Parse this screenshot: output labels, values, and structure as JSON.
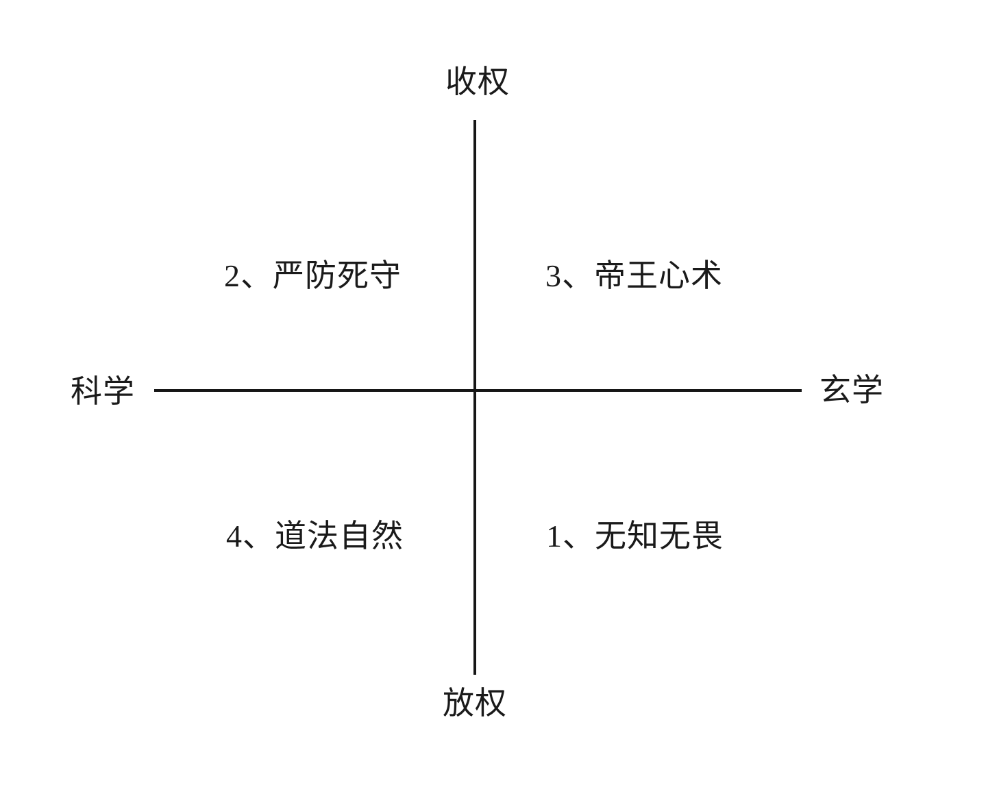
{
  "diagram": {
    "type": "quadrant-matrix",
    "axes": {
      "top": "收权",
      "bottom": "放权",
      "left": "科学",
      "right": "玄学"
    },
    "quadrants": {
      "top_left": "2、严防死守",
      "top_right": "3、帝王心术",
      "bottom_left": "4、道法自然",
      "bottom_right": "1、无知无畏"
    },
    "colors": {
      "background": "#ffffff",
      "line": "#161616",
      "text": "#1a1a1a"
    }
  }
}
